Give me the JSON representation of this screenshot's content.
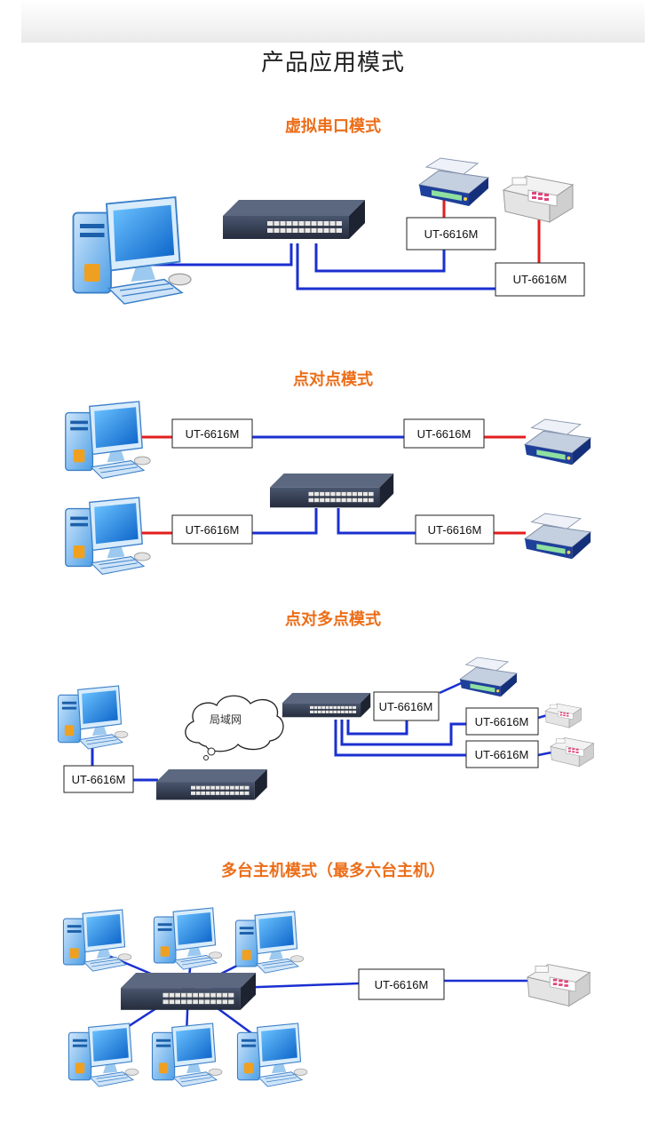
{
  "page": {
    "title": "产品应用模式"
  },
  "sections": [
    {
      "title": "虚拟串口模式"
    },
    {
      "title": "点对点模式"
    },
    {
      "title": "点对多点模式"
    },
    {
      "title": "多台主机模式（最多六台主机）"
    }
  ],
  "device_label": "UT-6616M",
  "cloud_label": "局域网",
  "colors": {
    "accent": "#ec6d18",
    "network_line": "#1a2fd0",
    "serial_line": "#e21d1d"
  },
  "icons": [
    "computer-icon",
    "switch-icon",
    "scale-icon",
    "printer-icon",
    "cloud-icon"
  ]
}
